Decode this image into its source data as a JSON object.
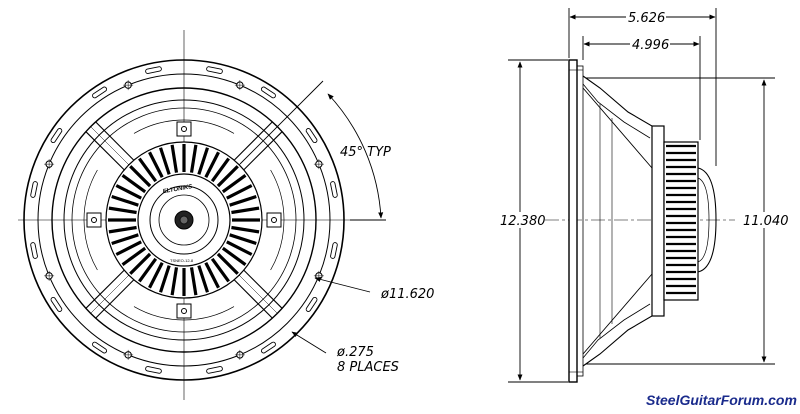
{
  "front_view": {
    "angle_label": "45° TYP",
    "outer_diameter_label": "ø11.620",
    "hole_size_label": "ø.275",
    "hole_count_label": "8 PLACES",
    "logo_text": "ELTONIKS",
    "model_label": "TSNEO-12-8"
  },
  "side_view": {
    "overall_depth_label": "5.626",
    "frame_depth_label": "4.996",
    "overall_height_label": "12.380",
    "cone_height_label": "11.040"
  },
  "watermark": {
    "text": "SteelGuitarForum.com",
    "color": "#1a2b8c"
  }
}
